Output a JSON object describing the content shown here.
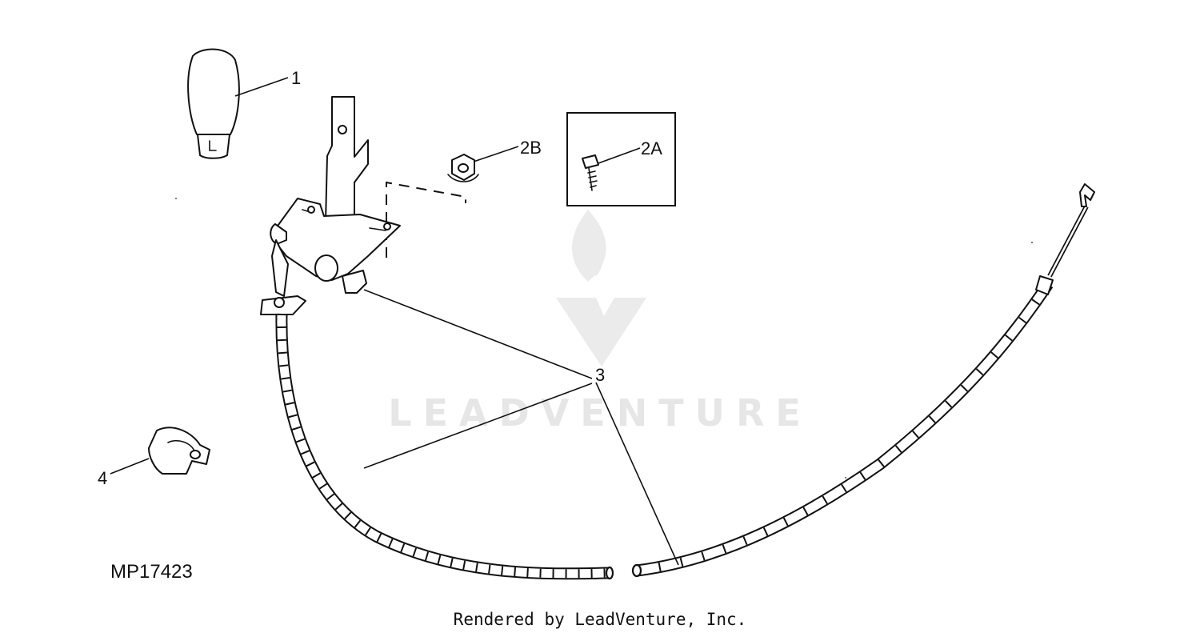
{
  "diagram": {
    "figure_id": "MP17423",
    "callouts": {
      "part_1": "1",
      "part_2a": "2A",
      "part_2b": "2B",
      "part_3": "3",
      "part_4": "4"
    },
    "watermark": {
      "text": "LEADVENTURE",
      "color": "#e6e6e6"
    },
    "footer_text": "Rendered by LeadVenture, Inc."
  },
  "colors": {
    "line": "#111111",
    "background": "#ffffff"
  }
}
